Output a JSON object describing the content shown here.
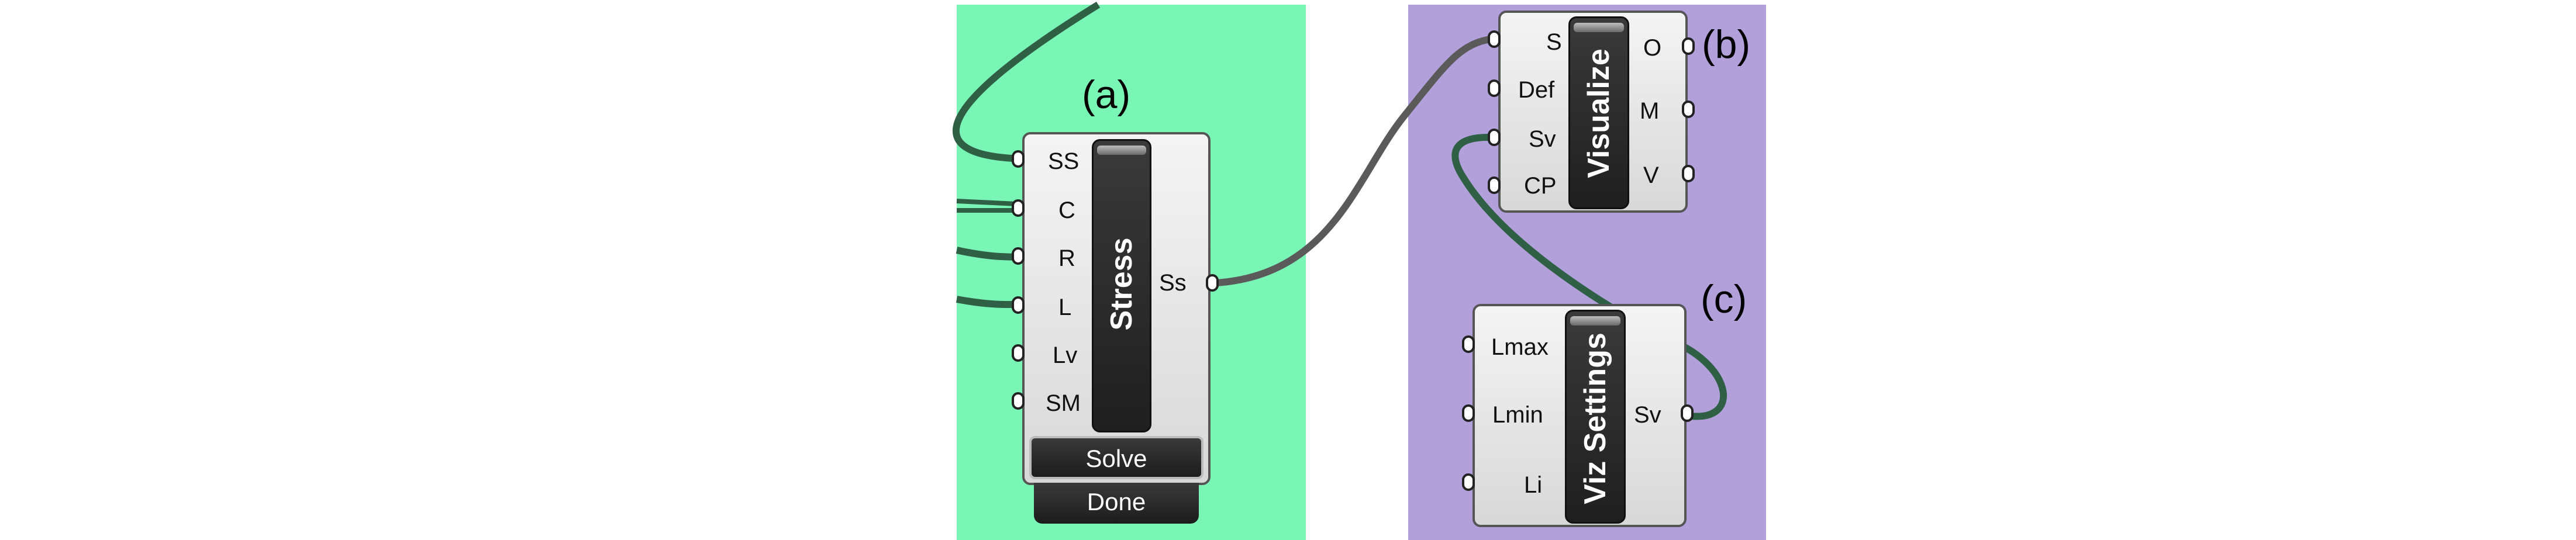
{
  "labels": {
    "a": "(a)",
    "b": "(b)",
    "c": "(c)"
  },
  "stress": {
    "title": "Stress",
    "inputs": [
      "SS",
      "C",
      "R",
      "L",
      "Lv",
      "SM"
    ],
    "output": "Ss",
    "solve_label": "Solve",
    "done_label": "Done"
  },
  "visualize": {
    "title": "Visualize",
    "inputs": [
      "S",
      "Def",
      "Sv",
      "CP"
    ],
    "outputs": [
      "O",
      "M",
      "V"
    ]
  },
  "viz_settings": {
    "title": "Viz Settings",
    "inputs": [
      "Lmax",
      "Lmin",
      "Li"
    ],
    "output": "Sv"
  },
  "colors": {
    "green_group": "#79f5b5",
    "purple_group": "#b1a0da",
    "wire_dark": "#2f5f45",
    "wire_grey": "#555555"
  }
}
